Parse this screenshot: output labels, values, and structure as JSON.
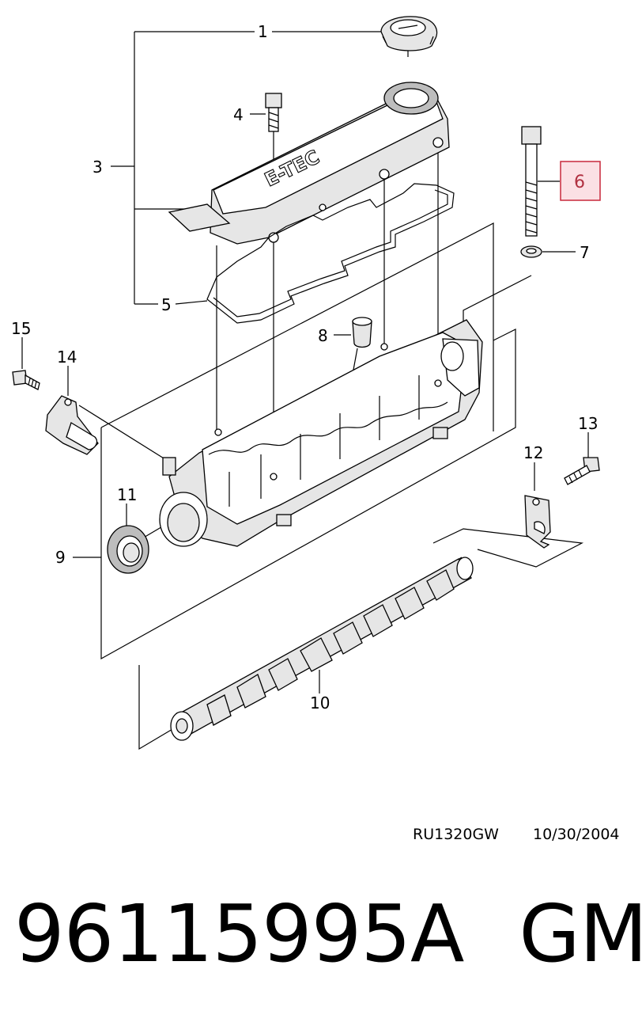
{
  "callouts": [
    {
      "num": "1",
      "name": "oil-filler-cap"
    },
    {
      "num": "3",
      "name": "valve-cover"
    },
    {
      "num": "4",
      "name": "cover-bolt"
    },
    {
      "num": "5",
      "name": "cover-gasket"
    },
    {
      "num": "6",
      "name": "long-bolt",
      "highlighted": true
    },
    {
      "num": "7",
      "name": "washer"
    },
    {
      "num": "8",
      "name": "spark-plug-tube"
    },
    {
      "num": "9",
      "name": "camshaft-housing"
    },
    {
      "num": "10",
      "name": "camshaft"
    },
    {
      "num": "11",
      "name": "oil-seal"
    },
    {
      "num": "12",
      "name": "lifting-bracket"
    },
    {
      "num": "13",
      "name": "bracket-bolt"
    },
    {
      "num": "14",
      "name": "camshaft-position-sensor"
    },
    {
      "num": "15",
      "name": "sensor-bolt"
    }
  ],
  "cover_lettering": "E-TEC",
  "reference": {
    "code": "RU1320GW",
    "date": "10/30/2004"
  },
  "part_number": "96115995A",
  "brand": "GM",
  "colors": {
    "highlight_fill": "#fbe0e4",
    "highlight_stroke": "#c8283c",
    "highlight_text": "#b03040"
  }
}
